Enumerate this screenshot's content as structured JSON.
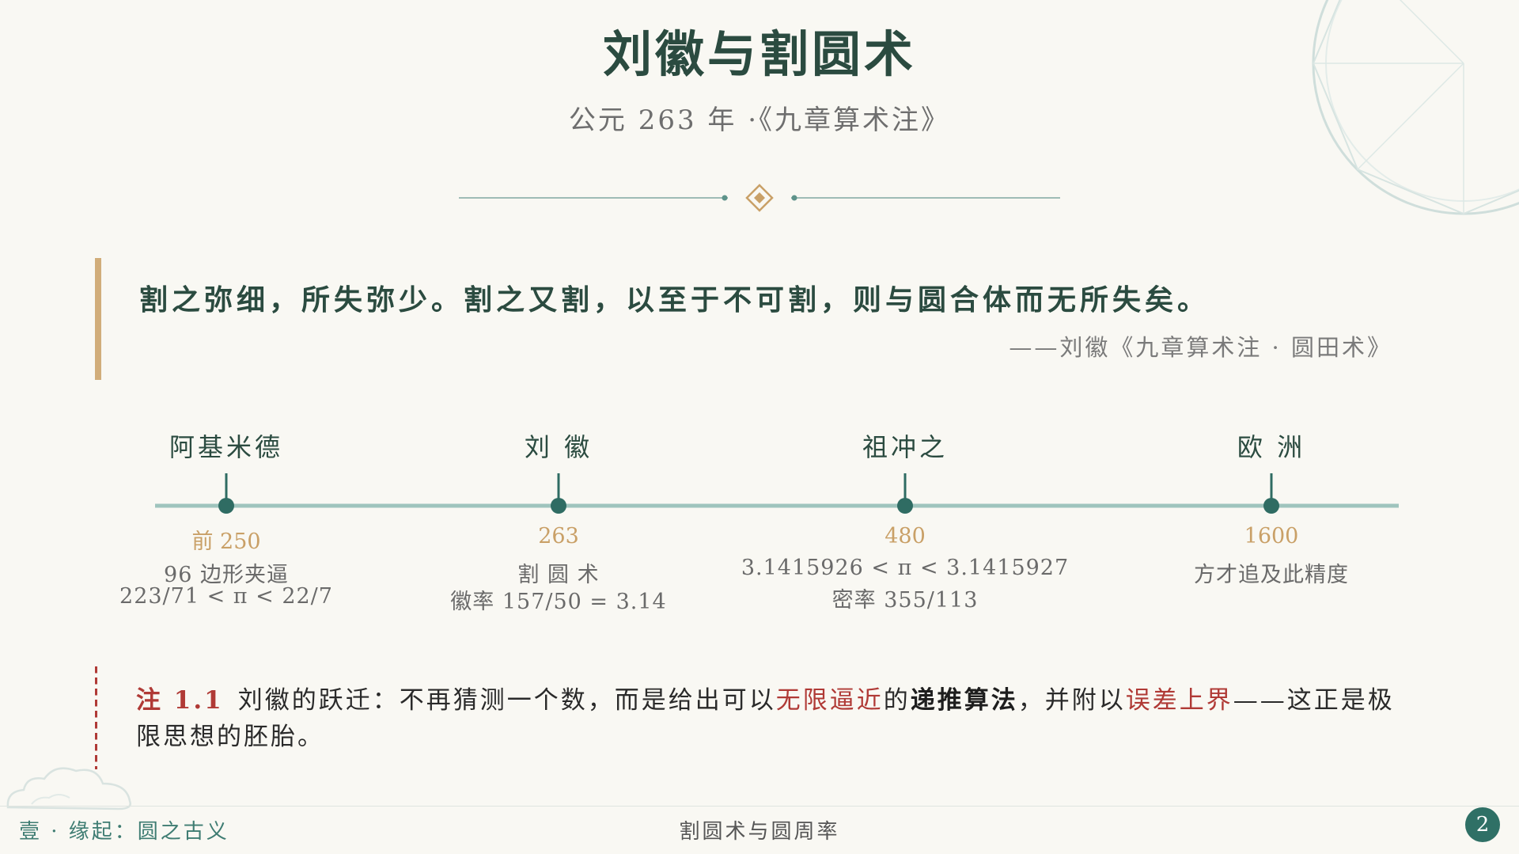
{
  "header": {
    "title": "刘徽与割圆术",
    "subtitle": "公元 263 年 ·《九章算术注》"
  },
  "quote": {
    "text": "割之弥细，所失弥少。割之又割，以至于不可割，则与圆合体而无所失矣。",
    "source": "——刘徽《九章算术注 · 圆田术》"
  },
  "timeline": [
    {
      "name": "阿基米德",
      "year": "前 250",
      "desc": [
        "96 边形夹逼",
        "223/71 < π < 22/7"
      ]
    },
    {
      "name": "刘 徽",
      "year": "263",
      "desc": [
        "割 圆 术",
        "徽率 157/50 = 3.14"
      ]
    },
    {
      "name": "祖冲之",
      "year": "480",
      "desc": [
        "3.1415926 < π < 3.1415927",
        "密率 355/113"
      ]
    },
    {
      "name": "欧 洲",
      "year": "1600",
      "desc": [
        "方才追及此精度"
      ]
    }
  ],
  "note": {
    "label": "注 1.1",
    "text_1": "刘徽的跃迁：不再猜测一个数，而是给出可以",
    "highlight_1": "无限逼近",
    "text_2": "的",
    "strong_1": "递推算法",
    "text_3": "，并附以",
    "highlight_2": "误差上界",
    "text_4": "——这正是极限思想的胚胎。"
  },
  "footer": {
    "section": "壹 · 缘起：圆之古义",
    "title": "割圆术与圆周率",
    "page": "2"
  },
  "colors": {
    "accent": "#2f7066",
    "gold": "#c9a067",
    "red": "#b03a36",
    "title": "#2b4b40"
  },
  "icons": {
    "divider": "diamond-ornament-icon",
    "corner": "circle-polygon-icon",
    "cloud": "cloud-ornament-icon"
  }
}
